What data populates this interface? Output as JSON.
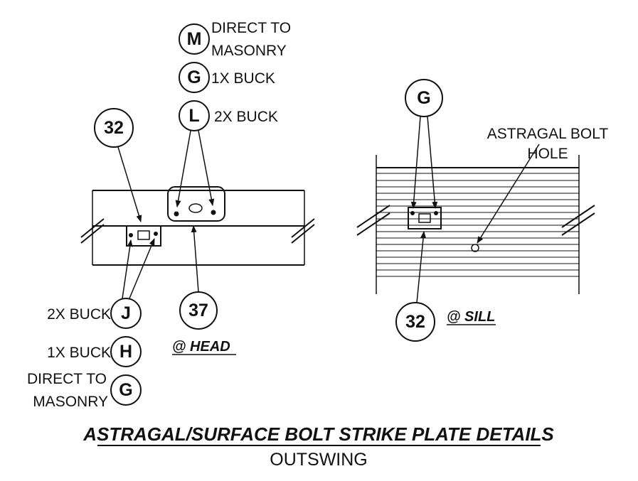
{
  "head_view": {
    "label": "@ HEAD",
    "top_callouts": [
      {
        "tag": "M",
        "text_line1": "DIRECT TO",
        "text_line2": "MASONRY"
      },
      {
        "tag": "G",
        "text": "1X BUCK"
      },
      {
        "tag": "L",
        "text": "2X BUCK"
      }
    ],
    "left_tag": "32",
    "bottom_tag": "37",
    "bottom_callouts": [
      {
        "tag": "J",
        "text": "2X BUCK"
      },
      {
        "tag": "H",
        "text": "1X BUCK"
      },
      {
        "tag": "G",
        "text_line1": "DIRECT TO",
        "text_line2": "MASONRY"
      }
    ]
  },
  "sill_view": {
    "label": "@ SILL",
    "top_tag": "G",
    "bottom_tag": "32",
    "note_line1": "ASTRAGAL BOLT",
    "note_line2": "HOLE"
  },
  "title": "ASTRAGAL/SURFACE BOLT STRIKE PLATE DETAILS",
  "subtitle": "OUTSWING"
}
